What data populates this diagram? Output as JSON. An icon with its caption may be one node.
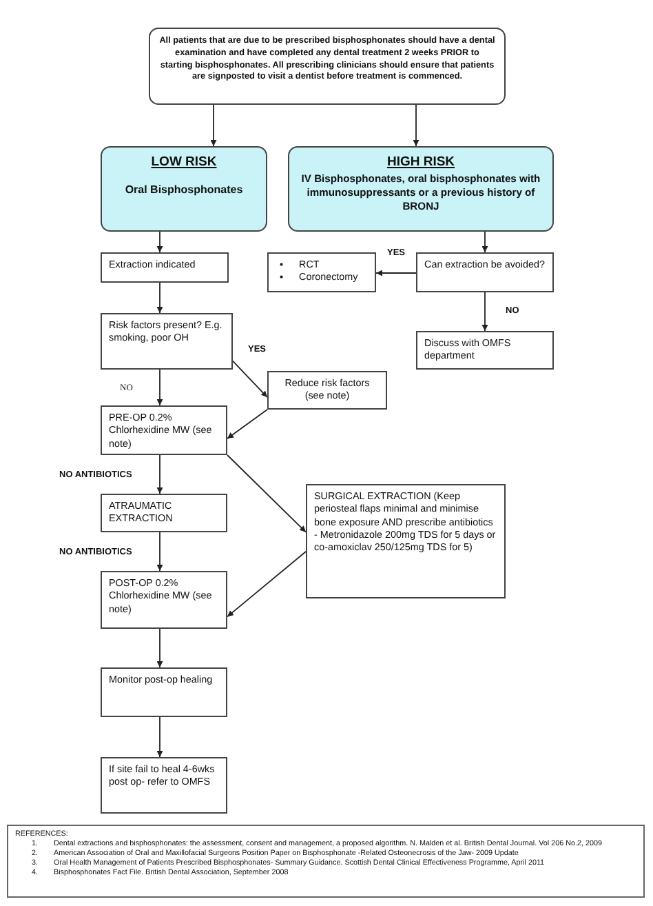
{
  "diagram": {
    "nodes": [
      {
        "text": [
          "All patients that are due to be prescribed bisphosphonates should have a dental examination and have completed any dental treatment 2 weeks PRIOR to starting bisphosphonates. All prescribing clinicians should ensure that patients are signposted to visit a dentist before treatment is commenced."
        ]
      },
      {
        "text": [
          "LOW RISK",
          "Oral Bisphosphonates"
        ]
      },
      {
        "text": [
          "HIGH RISK",
          "IV Bisphosphonates, oral bisphosphonates with immunosuppressants or a previous history of BRONJ"
        ]
      },
      {
        "text": [
          "Extraction indicated"
        ]
      },
      {
        "text": [
          "▪",
          "RCT",
          "▪",
          "Coronectomy"
        ]
      },
      {
        "text": [
          "Can extraction be avoided?"
        ]
      },
      {
        "text": [
          "Risk factors present? E.g. smoking, poor OH"
        ]
      },
      {
        "text": [
          "Discuss with OMFS department"
        ]
      },
      {
        "text": [
          "Reduce risk factors (see note)"
        ]
      },
      {
        "text": [
          "PRE-OP 0.2% Chlorhexidine MW (see note)"
        ]
      },
      {
        "text": [
          "ATRAUMATIC EXTRACTION"
        ]
      },
      {
        "text": [
          "SURGICAL EXTRACTION (Keep periosteal flaps minimal and minimise bone exposure AND prescribe antibiotics - Metronidazole 200mg TDS for 5 days or co-amoxiclav 250/125mg TDS for 5)"
        ]
      },
      {
        "text": [
          "POST-OP 0.2% Chlorhexidine MW (see note)"
        ]
      },
      {
        "text": [
          "Monitor post-op healing"
        ]
      },
      {
        "text": [
          "If site fail to heal 4-6wks post op- refer to OMFS"
        ]
      },
      {
        "text": [
          "REFERENCES:",
          "1.",
          "Dental extractions and bisphosphonates: the assessment, consent and management, a proposed algorithm. N. Malden et al. British Dental Journal. Vol 206 No.2, 2009",
          "2.",
          "American Association of Oral and Maxillofacial Surgeons Position Paper on Bisphosphonate -Related Osteonecrosis of the Jaw- 2009 Update",
          "3.",
          "Oral Health Management of Patients Prescribed Bisphosphonates- Summary Guidance. Scottish Dental Clinical Effectiveness Programme, April 2011",
          "4.",
          "Bisphosphonates Fact File. British Dental Association, September 2008"
        ]
      }
    ],
    "edges": [
      {
        "from": 0,
        "to": 1,
        "arrow": "to"
      },
      {
        "from": 0,
        "to": 2,
        "arrow": "to"
      },
      {
        "from": 1,
        "to": 3,
        "arrow": "to"
      },
      {
        "from": 3,
        "to": 6,
        "arrow": "to"
      },
      {
        "from": 2,
        "to": 5,
        "arrow": "to"
      },
      {
        "from": 5,
        "to": 4,
        "arrow": "to",
        "label": "YES"
      },
      {
        "from": 5,
        "to": 7,
        "arrow": "to",
        "label": "NO"
      },
      {
        "from": 6,
        "to": 8,
        "arrow": "to",
        "label": "YES"
      },
      {
        "from": 6,
        "to": 9,
        "arrow": "to",
        "label": "NO"
      },
      {
        "from": 8,
        "to": 9,
        "arrow": "to"
      },
      {
        "from": 9,
        "to": 10,
        "arrow": "to",
        "label": "NO ANTIBIOTICS"
      },
      {
        "from": 9,
        "to": 11,
        "arrow": "to"
      },
      {
        "from": 10,
        "to": 12,
        "arrow": "to",
        "label": "NO ANTIBIOTICS"
      },
      {
        "from": 11,
        "to": 12,
        "arrow": "to"
      },
      {
        "from": 12,
        "to": 13,
        "arrow": "to"
      },
      {
        "from": 13,
        "to": 14,
        "arrow": "to"
      }
    ]
  }
}
